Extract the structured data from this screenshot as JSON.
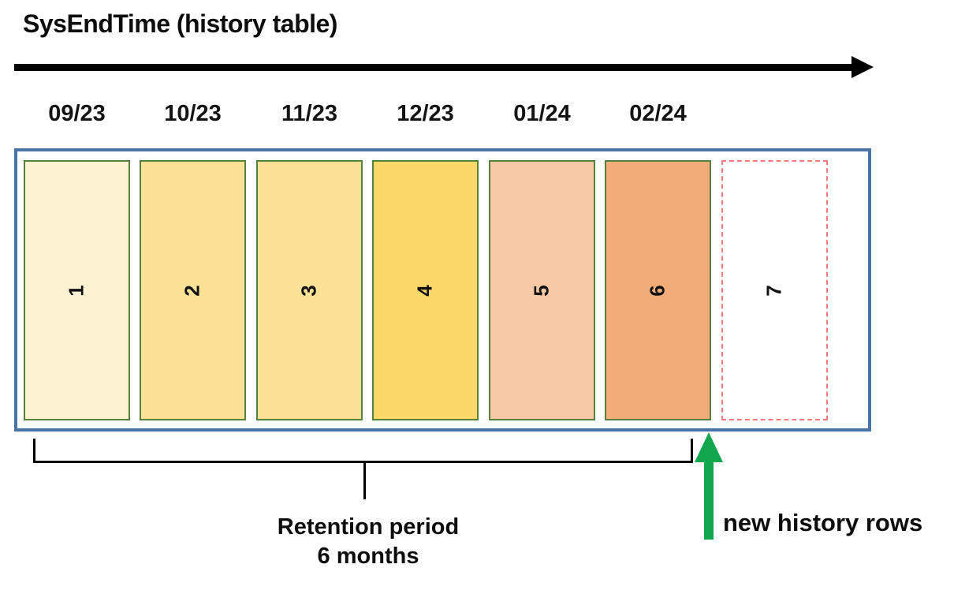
{
  "title": "SysEndTime (history table)",
  "timeline": {
    "months": [
      "09/23",
      "10/23",
      "11/23",
      "12/23",
      "01/24",
      "02/24"
    ],
    "arrow_color": "#000000"
  },
  "history_table": {
    "container_border_color": "#4A73A6",
    "segment_border_color": "#55813C",
    "pending_segment_border_color": "#F37B7B",
    "segments": [
      {
        "label": "1",
        "fill": "#FDF3D2",
        "style": "solid"
      },
      {
        "label": "2",
        "fill": "#FBE296",
        "style": "solid"
      },
      {
        "label": "3",
        "fill": "#FBE296",
        "style": "solid"
      },
      {
        "label": "4",
        "fill": "#FBD868",
        "style": "solid"
      },
      {
        "label": "5",
        "fill": "#F6C8A5",
        "style": "solid"
      },
      {
        "label": "6",
        "fill": "#F2AC79",
        "style": "solid"
      },
      {
        "label": "7",
        "fill": "#FFFFFF",
        "style": "dashed"
      }
    ]
  },
  "annotations": {
    "retention_line1": "Retention period",
    "retention_line2": "6 months",
    "bracket_color": "#000000",
    "new_rows_label": "new history rows",
    "new_rows_arrow_color": "#12A64E"
  }
}
